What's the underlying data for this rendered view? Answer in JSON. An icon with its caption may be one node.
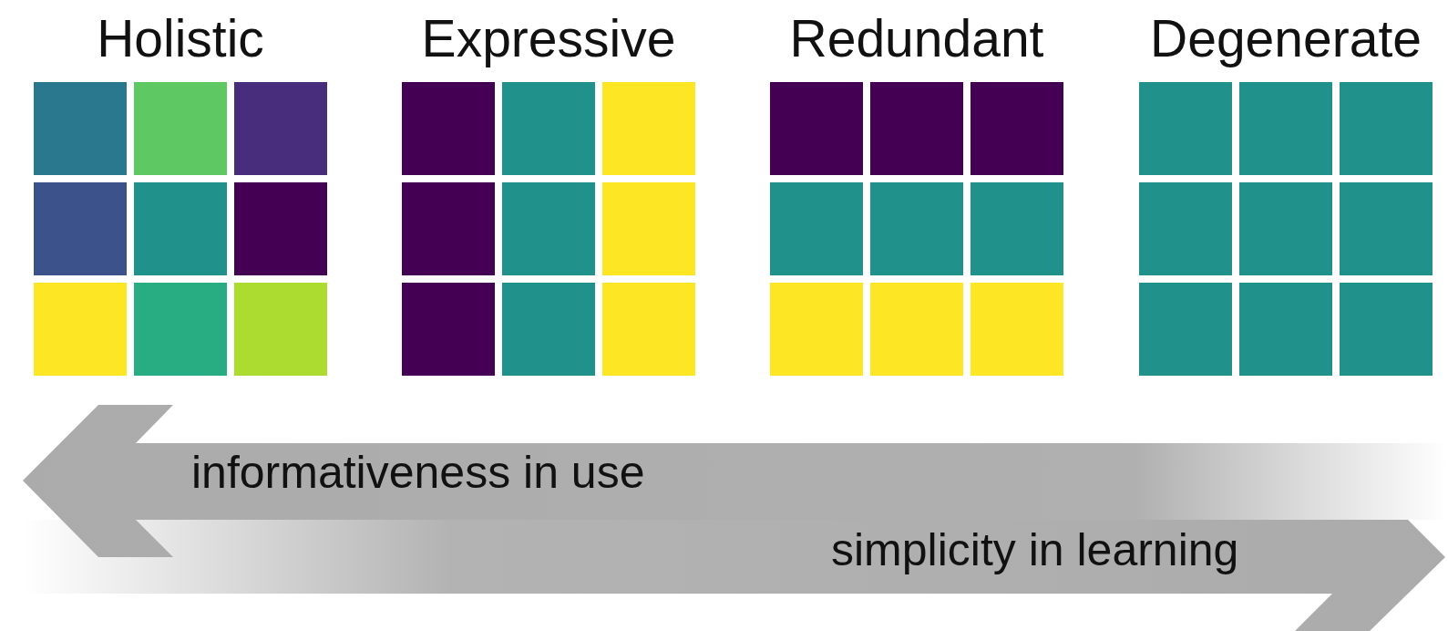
{
  "diagram": {
    "nodes": [
      {
        "text": [
          "Holistic"
        ]
      },
      {
        "text": [],
        "shape": "box",
        "in": 0
      },
      {
        "text": [],
        "shape": "box",
        "in": 0
      },
      {
        "text": [],
        "shape": "box",
        "in": 0
      },
      {
        "text": [],
        "shape": "box",
        "in": 0
      },
      {
        "text": [],
        "shape": "box",
        "in": 0
      },
      {
        "text": [],
        "shape": "box",
        "in": 0
      },
      {
        "text": [],
        "shape": "box",
        "in": 0
      },
      {
        "text": [],
        "shape": "box",
        "in": 0
      },
      {
        "text": [],
        "shape": "box",
        "in": 0
      },
      {
        "text": [
          "Expressive"
        ]
      },
      {
        "text": [],
        "shape": "box",
        "in": 10
      },
      {
        "text": [],
        "shape": "box",
        "in": 10
      },
      {
        "text": [],
        "shape": "box",
        "in": 10
      },
      {
        "text": [],
        "shape": "box",
        "in": 10
      },
      {
        "text": [],
        "shape": "box",
        "in": 10
      },
      {
        "text": [],
        "shape": "box",
        "in": 10
      },
      {
        "text": [],
        "shape": "box",
        "in": 10
      },
      {
        "text": [],
        "shape": "box",
        "in": 10
      },
      {
        "text": [],
        "shape": "box",
        "in": 10
      },
      {
        "text": [
          "Redundant"
        ]
      },
      {
        "text": [],
        "shape": "box",
        "in": 20
      },
      {
        "text": [],
        "shape": "box",
        "in": 20
      },
      {
        "text": [],
        "shape": "box",
        "in": 20
      },
      {
        "text": [],
        "shape": "box",
        "in": 20
      },
      {
        "text": [],
        "shape": "box",
        "in": 20
      },
      {
        "text": [],
        "shape": "box",
        "in": 20
      },
      {
        "text": [],
        "shape": "box",
        "in": 20
      },
      {
        "text": [],
        "shape": "box",
        "in": 20
      },
      {
        "text": [],
        "shape": "box",
        "in": 20
      },
      {
        "text": [
          "Degenerate"
        ]
      },
      {
        "text": [],
        "shape": "box",
        "in": 30
      },
      {
        "text": [],
        "shape": "box",
        "in": 30
      },
      {
        "text": [],
        "shape": "box",
        "in": 30
      },
      {
        "text": [],
        "shape": "box",
        "in": 30
      },
      {
        "text": [],
        "shape": "box",
        "in": 30
      },
      {
        "text": [],
        "shape": "box",
        "in": 30
      },
      {
        "text": [],
        "shape": "box",
        "in": 30
      },
      {
        "text": [],
        "shape": "box",
        "in": 30
      },
      {
        "text": [],
        "shape": "box",
        "in": 30
      }
    ],
    "edges": [],
    "labels": [
      "informativeness in use",
      "simplicity in learning"
    ]
  }
}
